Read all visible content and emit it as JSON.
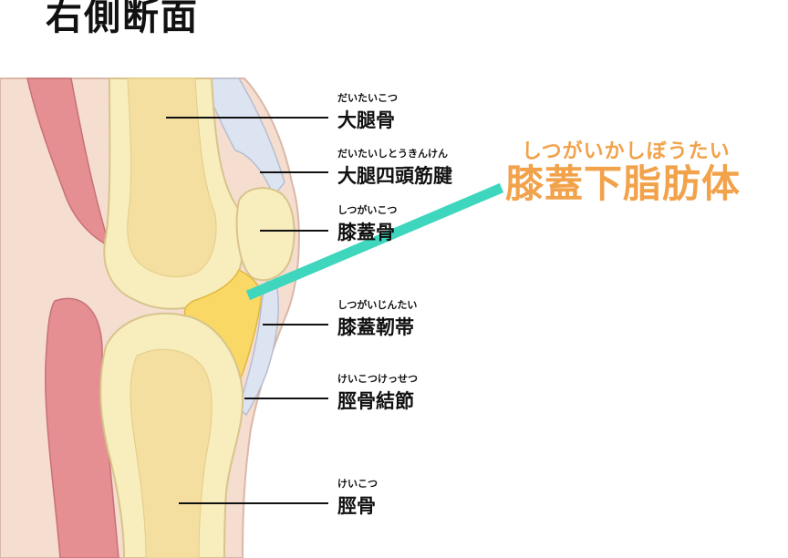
{
  "title": "右側断面",
  "labels": [
    {
      "ruby": "だいたいこつ",
      "name": "大腿骨"
    },
    {
      "ruby": "だいたいしとうきんけん",
      "name": "大腿四頭筋腱"
    },
    {
      "ruby": "しつがいこつ",
      "name": "膝蓋骨"
    },
    {
      "ruby": "しつがいじんたい",
      "name": "膝蓋靭帯"
    },
    {
      "ruby": "けいこつけっせつ",
      "name": "脛骨結節"
    },
    {
      "ruby": "けいこつ",
      "name": "脛骨"
    }
  ],
  "highlight": {
    "ruby": "しつがいかしぼうたい",
    "name": "膝蓋下脂肪体"
  },
  "colors": {
    "skin": "#f5ddd0",
    "muscle": "#e58f92",
    "bone": "#f8edbd",
    "marrow": "#f4dfa0",
    "fat": "#f9d865",
    "tendon": "#dde4f1",
    "pointer": "#3ed6bd",
    "highlight_text": "#f2a24a"
  }
}
